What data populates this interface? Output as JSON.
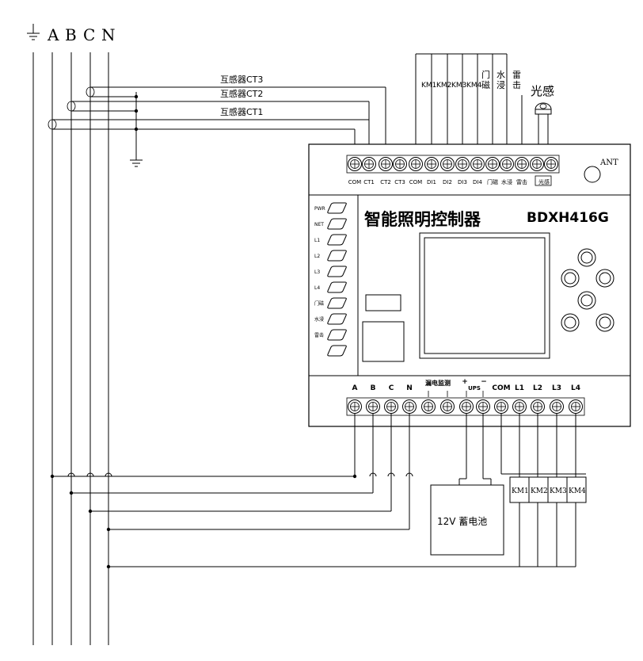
{
  "header": {
    "ground_symbol": "⏚",
    "phases": [
      "A",
      "B",
      "C",
      "N"
    ]
  },
  "ct_labels": [
    "互感器CT3",
    "互感器CT2",
    "互感器CT1"
  ],
  "top_signals": [
    "KM1",
    "KM2",
    "KM3",
    "KM4",
    "门磁",
    "水浸",
    "雷击"
  ],
  "light_sensor_label": "光感",
  "antenna_label": "ANT",
  "device": {
    "title": "智能照明控制器",
    "model": "BDXH416G",
    "top_terminals": [
      "COM",
      "CT1",
      "CT2",
      "CT3",
      "COM",
      "DI1",
      "DI2",
      "DI3",
      "DI4",
      "门磁",
      "水浸",
      "雷击",
      "光感"
    ],
    "leds": [
      "PWR",
      "NET",
      "L1",
      "L2",
      "L3",
      "L4",
      "门磁",
      "水浸",
      "雷击",
      ""
    ],
    "bottom_terminals": [
      "A",
      "B",
      "C",
      "N",
      "漏电监测",
      "+",
      "UPS",
      "−",
      "COM",
      "L1",
      "L2",
      "L3",
      "L4"
    ]
  },
  "battery_label": "12V 蓄电池",
  "contactors": [
    "KM1",
    "KM2",
    "KM3",
    "KM4"
  ]
}
